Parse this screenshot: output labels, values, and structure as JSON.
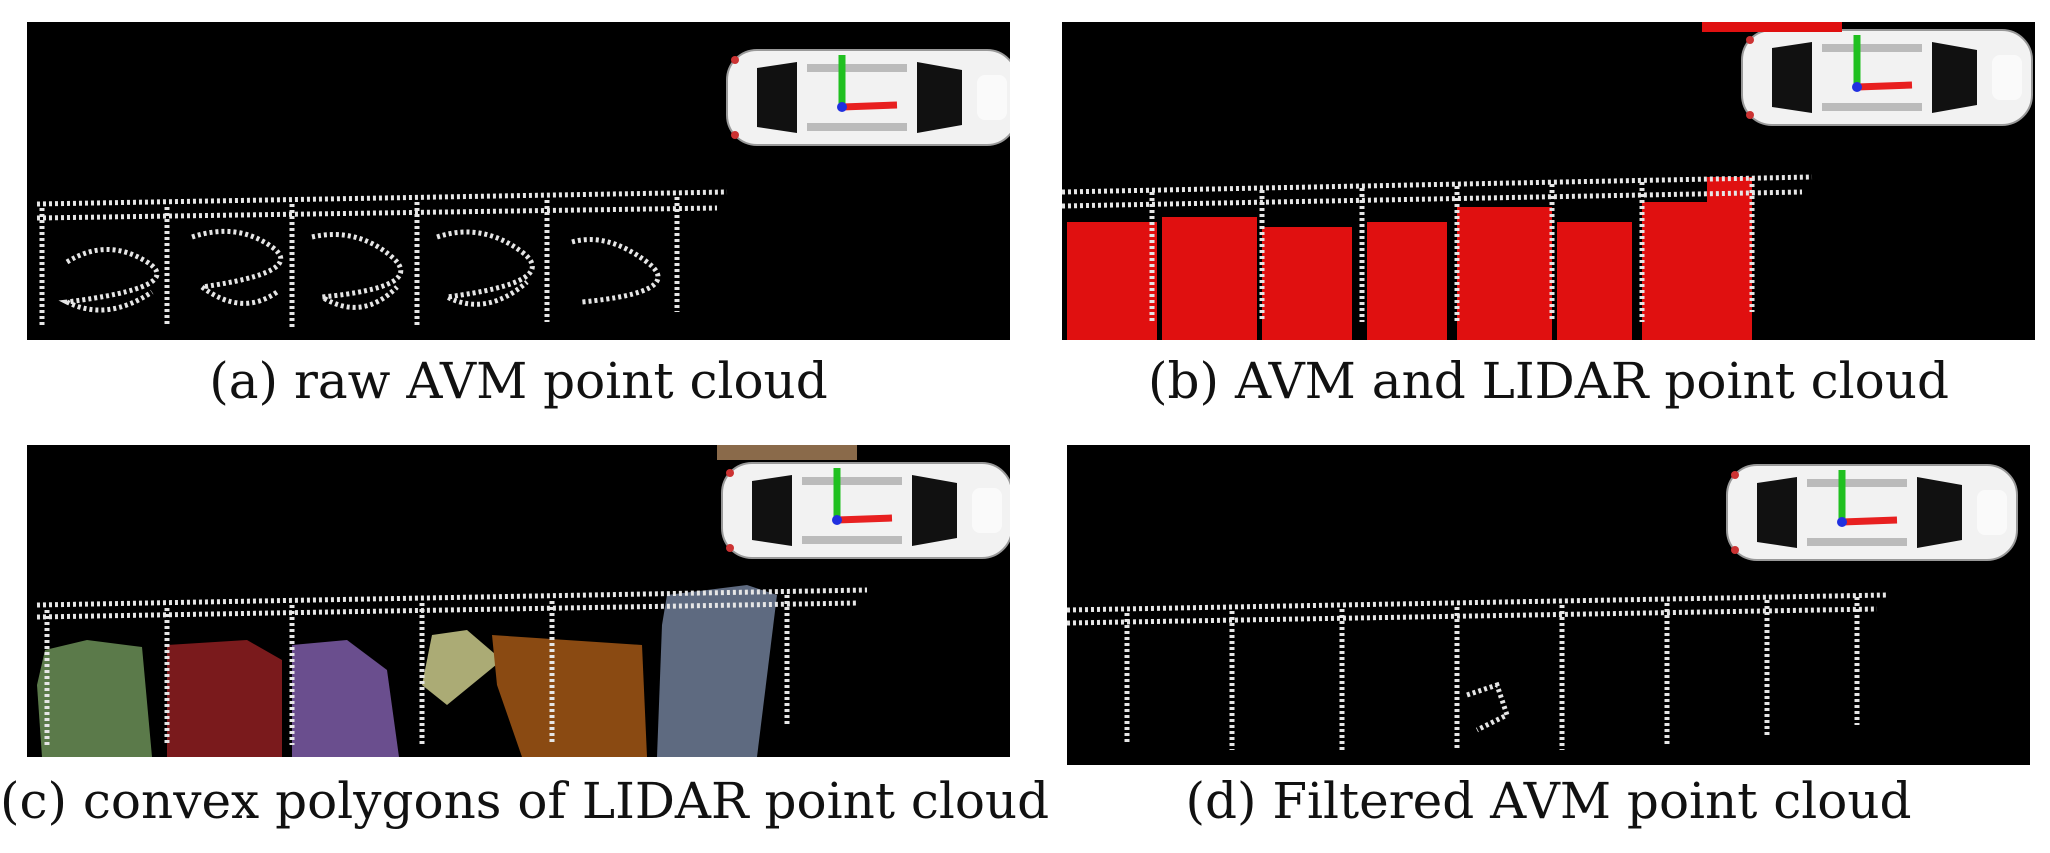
{
  "figure": {
    "panels": [
      {
        "id": "a",
        "caption": "(a) raw AVM point cloud"
      },
      {
        "id": "b",
        "caption": "(b) AVM and LIDAR point cloud"
      },
      {
        "id": "c",
        "caption": "(c) convex polygons of LIDAR point cloud"
      },
      {
        "id": "d",
        "caption": "(d) Filtered AVM point cloud"
      }
    ]
  },
  "colors": {
    "background": "#000000",
    "avm_points": "#e6e6e6",
    "lidar_points": "#e01010",
    "polygon_green": "#5b7a4a",
    "polygon_red": "#7a1a1c",
    "polygon_purple": "#6a4e8e",
    "polygon_yellow": "#c9c98a",
    "polygon_orange": "#8a4a12",
    "polygon_slate": "#5e6a80",
    "polygon_brown": "#8a6a4a",
    "axis_x": "#e82020",
    "axis_y": "#20c020",
    "axis_z": "#2030e0"
  }
}
